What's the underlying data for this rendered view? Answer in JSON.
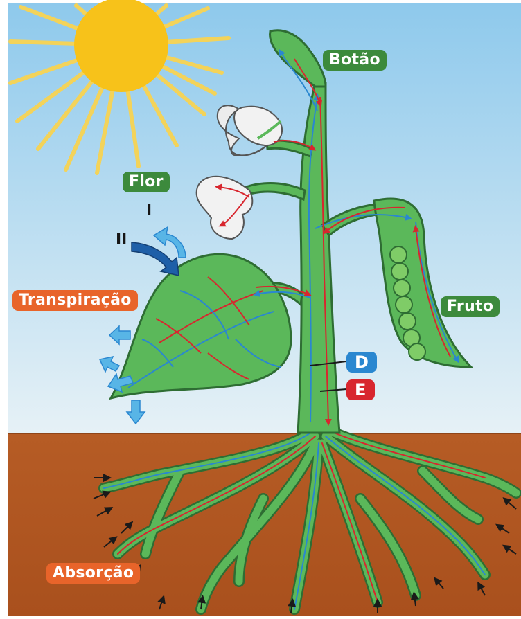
{
  "labels": {
    "botao": "Botão",
    "flor": "Flor",
    "fruto": "Fruto",
    "transpiracao": "Transpiração",
    "absorcao": "Absorção",
    "d": "D",
    "e": "E",
    "i": "I",
    "ii": "II"
  },
  "colors": {
    "sky_top": "#8ec9ec",
    "sky_bottom": "#e6f1f6",
    "sun": "#f7c21a",
    "soil": "#b65c25",
    "plant": "#5bb85a",
    "plant_outline": "#2e6d33",
    "xylem_flow": "#2a87d0",
    "phloem_flow": "#d8262e",
    "label_green": "#3c8a3c",
    "label_orange": "#e8642a"
  }
}
